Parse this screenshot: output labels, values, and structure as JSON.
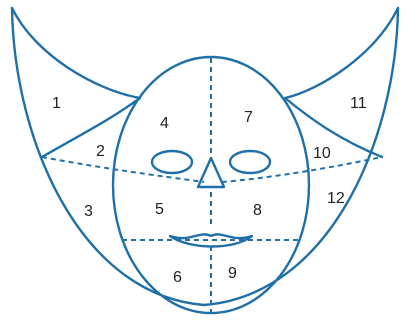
{
  "colors": {
    "outline": "#1f6fa8",
    "label": "#222222",
    "background": "#ffffff"
  },
  "regions": [
    {
      "id": "1",
      "label": "1"
    },
    {
      "id": "2",
      "label": "2"
    },
    {
      "id": "3",
      "label": "3"
    },
    {
      "id": "4",
      "label": "4"
    },
    {
      "id": "5",
      "label": "5"
    },
    {
      "id": "6",
      "label": "6"
    },
    {
      "id": "7",
      "label": "7"
    },
    {
      "id": "8",
      "label": "8"
    },
    {
      "id": "9",
      "label": "9"
    },
    {
      "id": "10",
      "label": "10"
    },
    {
      "id": "11",
      "label": "11"
    },
    {
      "id": "12",
      "label": "12"
    }
  ]
}
